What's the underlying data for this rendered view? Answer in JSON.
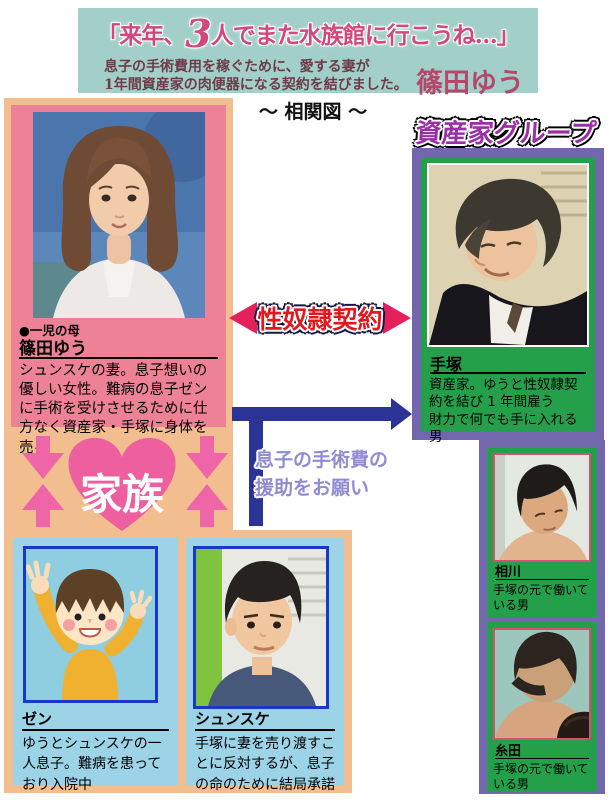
{
  "palette": {
    "header_bg": "#a2cfc9",
    "title_pink": "#d1487e",
    "subtitle_maroon": "#6e3c46",
    "orange_container": "#f2be90",
    "pink_panel": "#ed8296",
    "family_pink": "#ee65a8",
    "light_blue_panel": "#9cd3e6",
    "photo_border_blue": "#1838c8",
    "purple_container": "#7366ae",
    "green_panel": "#24a04b",
    "wealthy_title_purple": "#9b2fa5",
    "red_arrow": "#e5215b",
    "contract_text_red": "#e0191f",
    "blue_arrow": "#2b3494",
    "request_text_lavender": "#8f8cd2"
  },
  "header": {
    "quote_pre": "「来年、",
    "quote_big": "3",
    "quote_post": "人でまた水族館に行こうね…」",
    "subtitle_line1": "息子の手術費用を稼ぐために、愛する妻が",
    "subtitle_line2": "1年間資産家の肉便器になる契約を結びました。",
    "actress": "篠田ゆう"
  },
  "diagram_title": "～ 相関図 ～",
  "groups": {
    "wealthy": "資産家グループ",
    "family": "家族"
  },
  "relations": {
    "contract": "性奴隷契約",
    "request_line1": "息子の手術費の",
    "request_line2": "援助をお願い"
  },
  "characters": {
    "yuu": {
      "tag": "●一児の母",
      "name": "篠田ゆう",
      "desc": "シュンスケの妻。息子想いの優しい女性。難病の息子ゼンに手術を受けさせるために仕方なく資産家・手塚に身体を売る"
    },
    "tezuka": {
      "name": "手塚",
      "desc1": "資産家。ゆうと性奴隷契約を結び 1 年間雇う",
      "desc2": "財力で何でも手に入れる男"
    },
    "zen": {
      "name": "ゼン",
      "desc": "ゆうとシュンスケの一人息子。難病を患っており入院中"
    },
    "shunsuke": {
      "name": "シュンスケ",
      "desc": "手塚に妻を売り渡すことに反対するが、息子の命のために結局承諾"
    },
    "aikawa": {
      "name": "相川",
      "desc": "手塚の元で働いている男"
    },
    "itoda": {
      "name": "糸田",
      "desc": "手塚の元で働いている男"
    }
  }
}
